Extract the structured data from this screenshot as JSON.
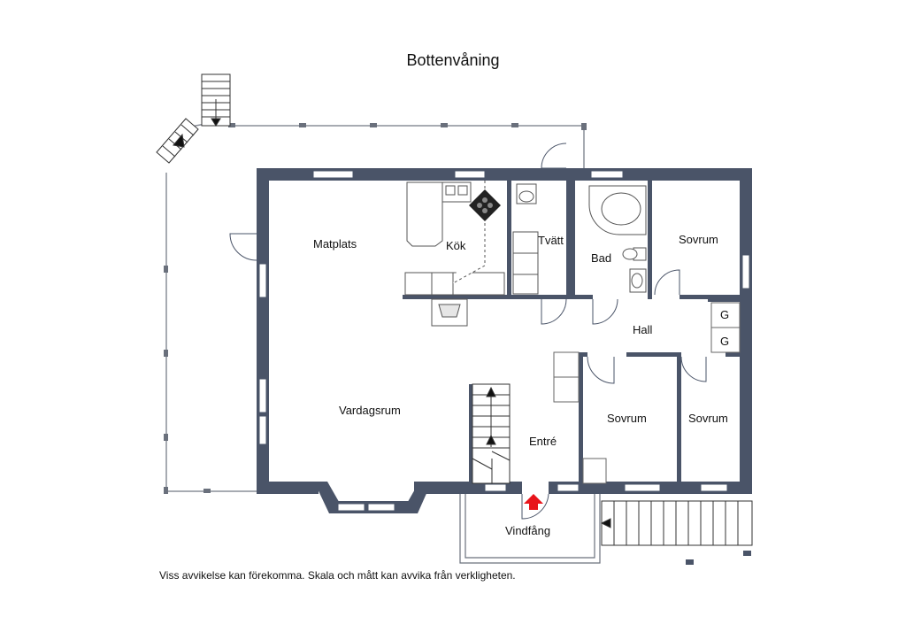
{
  "title": "Bottenvåning",
  "rooms": {
    "matplats": "Matplats",
    "kok": "Kök",
    "tvatt": "Tvätt",
    "bad": "Bad",
    "sovrum_top": "Sovrum",
    "hall": "Hall",
    "garderob_1": "G",
    "garderob_2": "G",
    "vardagsrum": "Vardagsrum",
    "entre": "Entré",
    "sovrum_mid": "Sovrum",
    "sovrum_right": "Sovrum",
    "vindfang": "Vindfång"
  },
  "disclaimer": "Viss avvikelse kan förekomma. Skala och mått kan avvika från verkligheten.",
  "colors": {
    "wall": "#4a5468",
    "window": "#ffffff",
    "entrance_arrow": "#e8141b",
    "line": "#5a5f6a"
  }
}
